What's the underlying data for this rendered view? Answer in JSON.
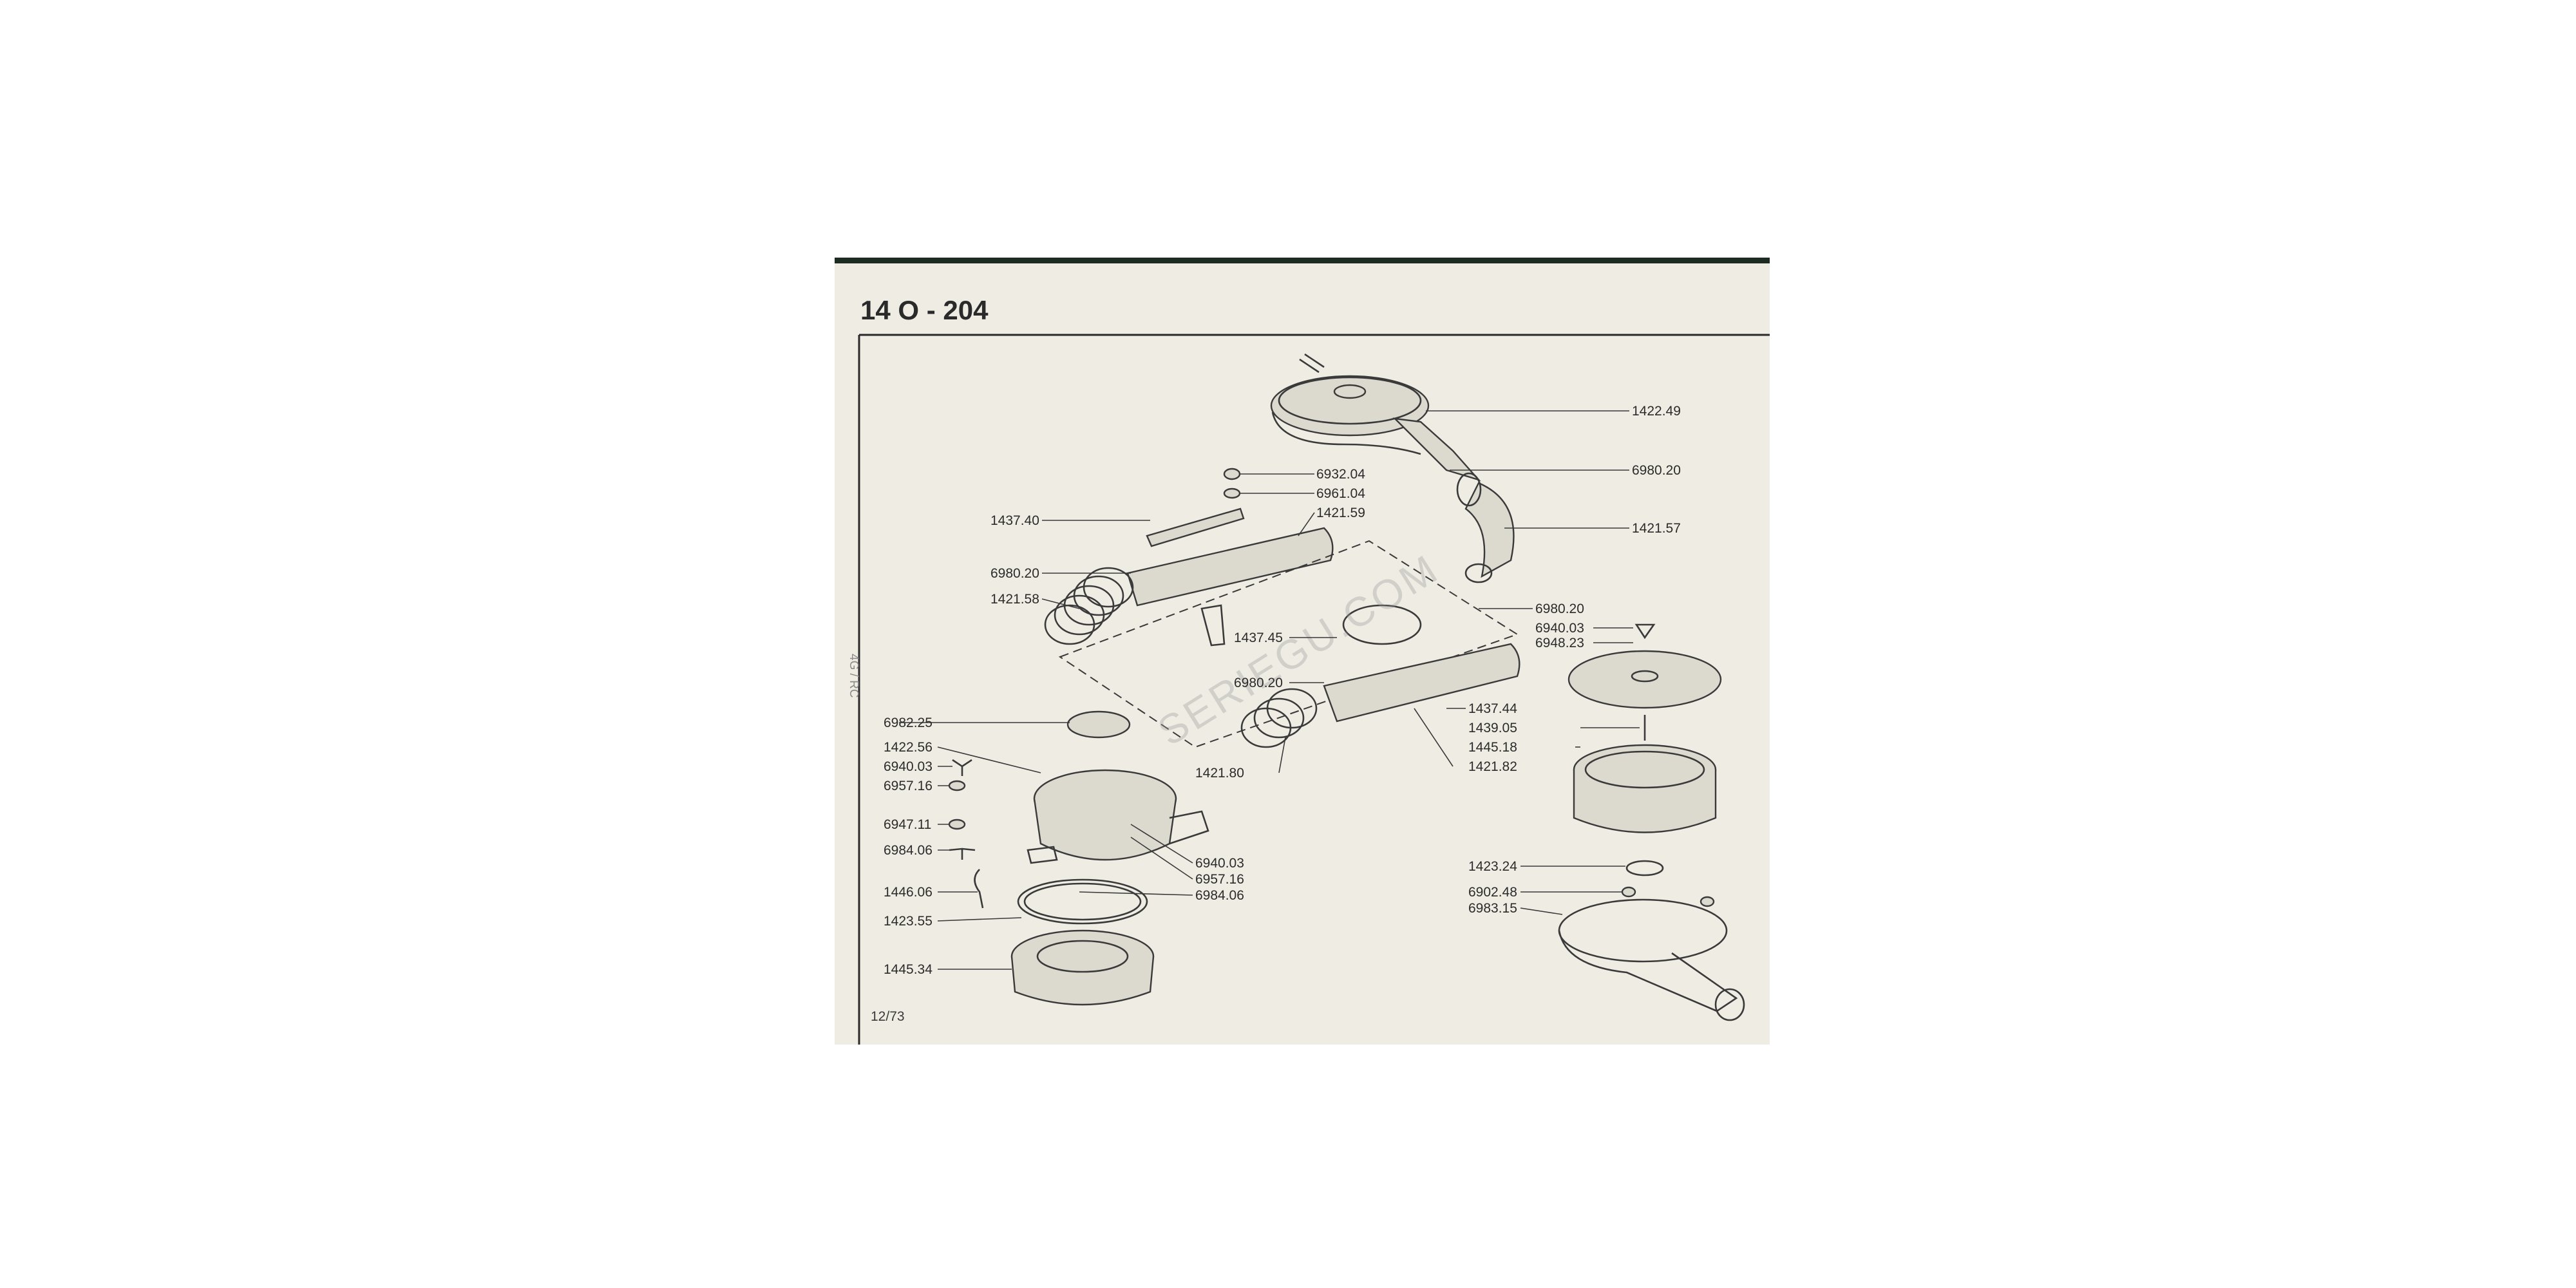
{
  "title": "14 O - 204",
  "footer": "12/73",
  "margin_note": "4G / RC",
  "watermark": "SERIEGU.COM",
  "callouts": {
    "p1422_49": "1422.49",
    "p6980_20a": "6980.20",
    "p1421_57": "1421.57",
    "p6932_04": "6932.04",
    "p6961_04": "6961.04",
    "p1421_59": "1421.59",
    "p1437_40": "1437.40",
    "p6980_20b": "6980.20",
    "p1421_58": "1421.58",
    "p6980_20c": "6980.20",
    "p6940_03a": "6940.03",
    "p6948_23": "6948.23",
    "p1437_45": "1437.45",
    "p6980_20d": "6980.20",
    "p1437_44": "1437.44",
    "p1439_05": "1439.05",
    "p1445_18": "1445.18",
    "p1421_82": "1421.82",
    "p1421_80": "1421.80",
    "p6982_25": "6982.25",
    "p1422_56": "1422.56",
    "p6940_03b": "6940.03",
    "p6957_16a": "6957.16",
    "p6947_11": "6947.11",
    "p6984_06a": "6984.06",
    "p6940_03c": "6940.03",
    "p6957_16b": "6957.16",
    "p6984_06b": "6984.06",
    "p1446_06": "1446.06",
    "p1423_55": "1423.55",
    "p1445_34": "1445.34",
    "p1423_24": "1423.24",
    "p6902_48": "6902.48",
    "p6983_15": "6983.15"
  }
}
